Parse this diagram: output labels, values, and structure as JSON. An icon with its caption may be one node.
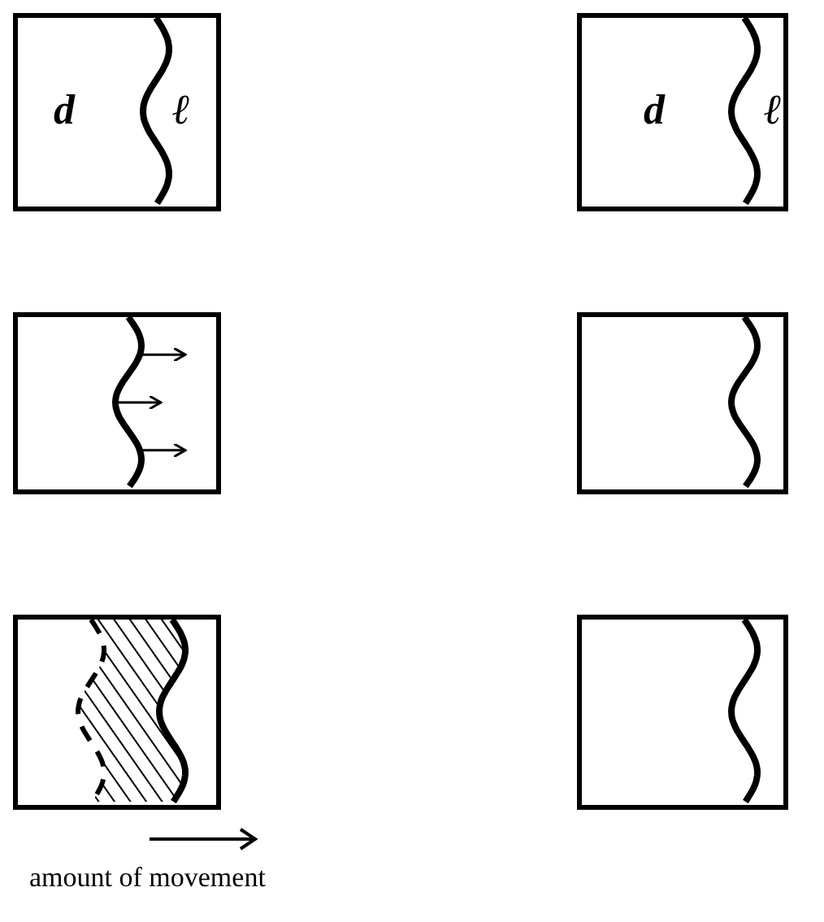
{
  "diagram": {
    "nodes": [
      {
        "text": [
          "d",
          "ℓ"
        ]
      },
      {
        "text": [
          "d",
          "ℓ"
        ]
      },
      {
        "text": [],
        "shape": "box"
      },
      {
        "text": [],
        "shape": "box"
      },
      {
        "text": [],
        "shape": "box"
      },
      {
        "text": [],
        "shape": "box"
      }
    ],
    "labels": [
      "amount of movement"
    ]
  }
}
